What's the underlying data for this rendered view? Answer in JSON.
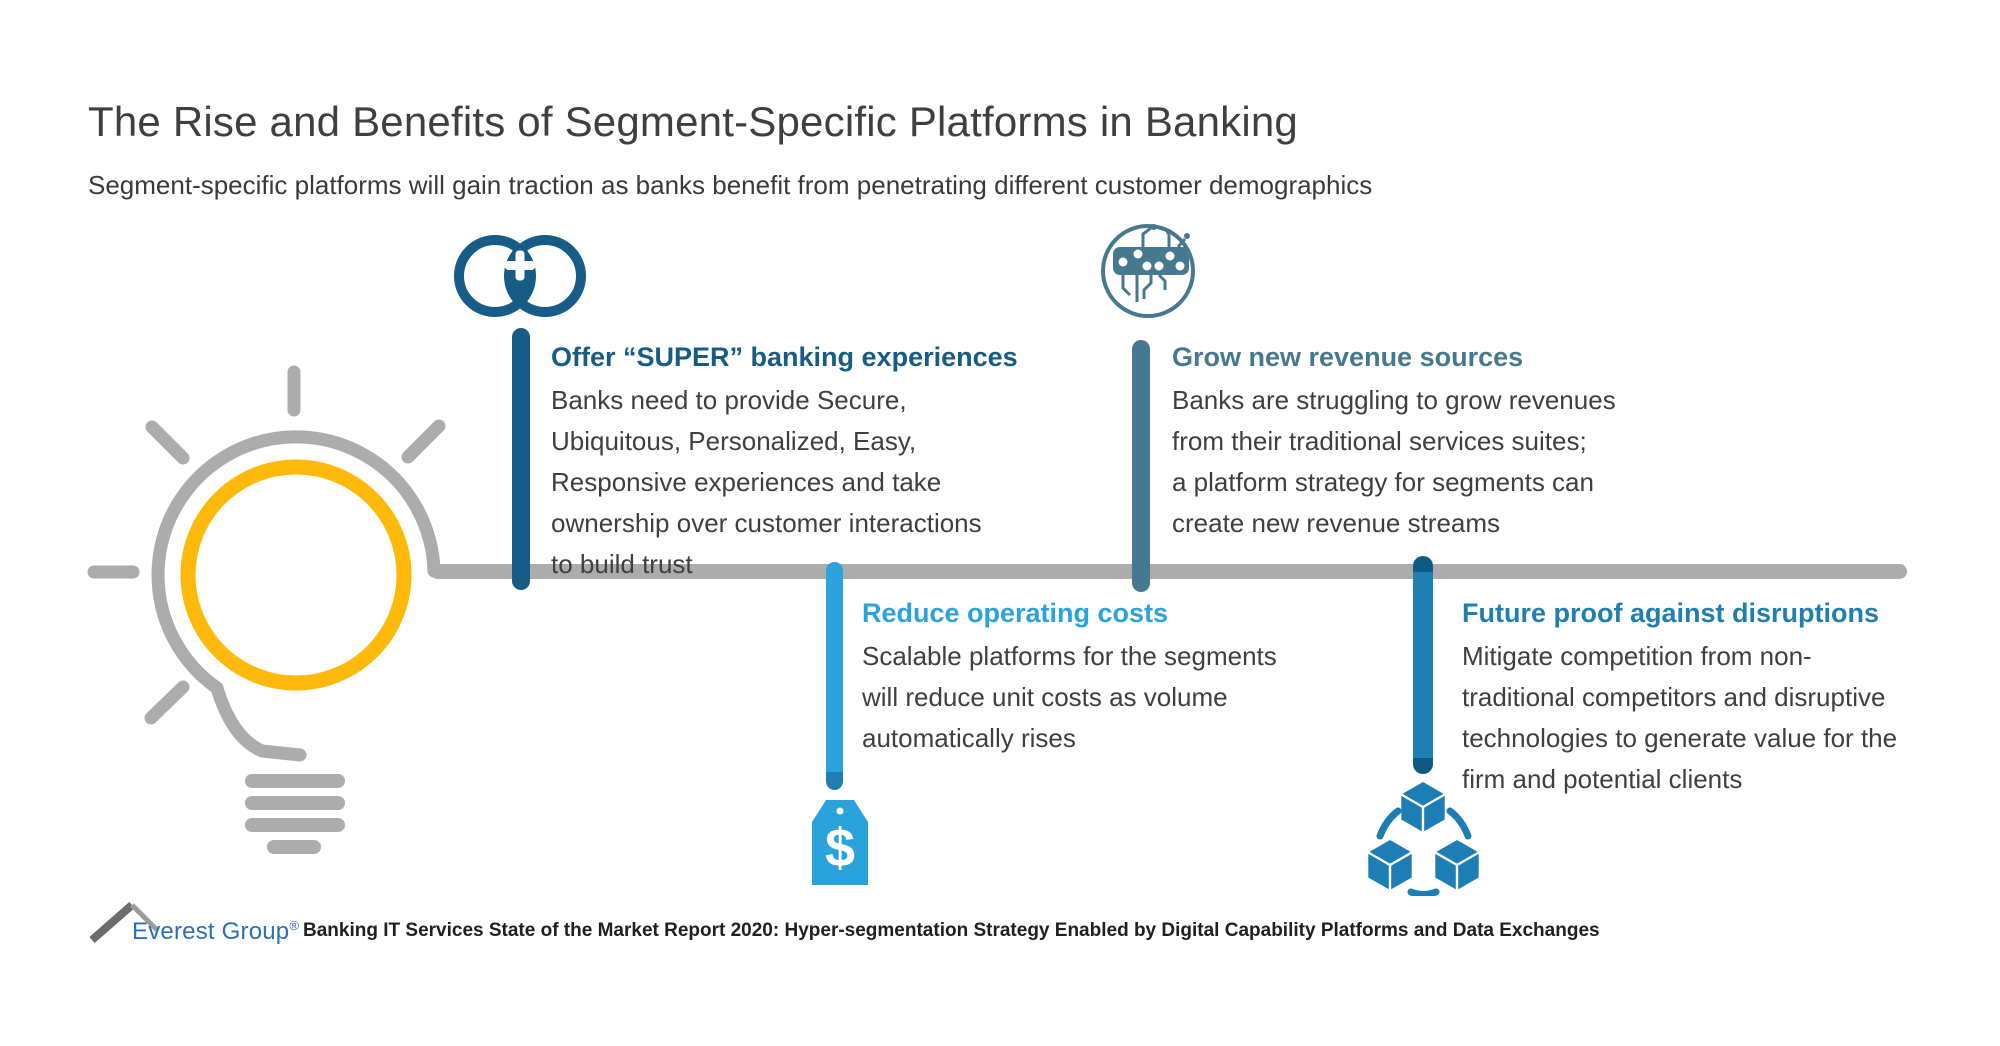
{
  "title": "The Rise and Benefits of Segment-Specific Platforms in Banking",
  "subtitle": "Segment-specific platforms will gain traction as banks benefit from penetrating different customer demographics",
  "sections": [
    {
      "heading": "Offer “SUPER” banking experiences",
      "body": "Banks need to provide Secure,\nUbiquitous, Personalized, Easy,\nResponsive experiences and take\nownership over customer interactions\nto build trust",
      "accent_color": "#175b87",
      "icon": "add-person-icon",
      "position": "above-timeline"
    },
    {
      "heading": "Grow new revenue sources",
      "body": "Banks are struggling to grow revenues\nfrom their traditional services suites;\na platform strategy for segments can\ncreate new revenue streams",
      "accent_color": "#46798f",
      "icon": "circuit-board-icon",
      "position": "above-timeline"
    },
    {
      "heading": "Reduce operating costs",
      "body": "Scalable platforms for the segments\nwill reduce unit costs as volume\nautomatically rises",
      "accent_color": "#2aa3dc",
      "icon": "price-tag-icon",
      "position": "below-timeline"
    },
    {
      "heading": "Future proof against disruptions",
      "body": "Mitigate competition from non-\ntraditional competitors and disruptive\ntechnologies to generate value for the\nfirm and potential clients",
      "accent_color": "#1f7fb2",
      "icon": "linked-cubes-icon",
      "position": "below-timeline"
    }
  ],
  "illustration": {
    "name": "lightbulb",
    "ring_color": "#ffb90a",
    "outline_color": "#acacac"
  },
  "footer": {
    "logo_text": "Everest Group",
    "logo_registered_mark": "®",
    "caption": "Banking IT Services State of the Market Report 2020: Hyper-segmentation Strategy Enabled by Digital Capability Platforms and Data Exchanges"
  }
}
